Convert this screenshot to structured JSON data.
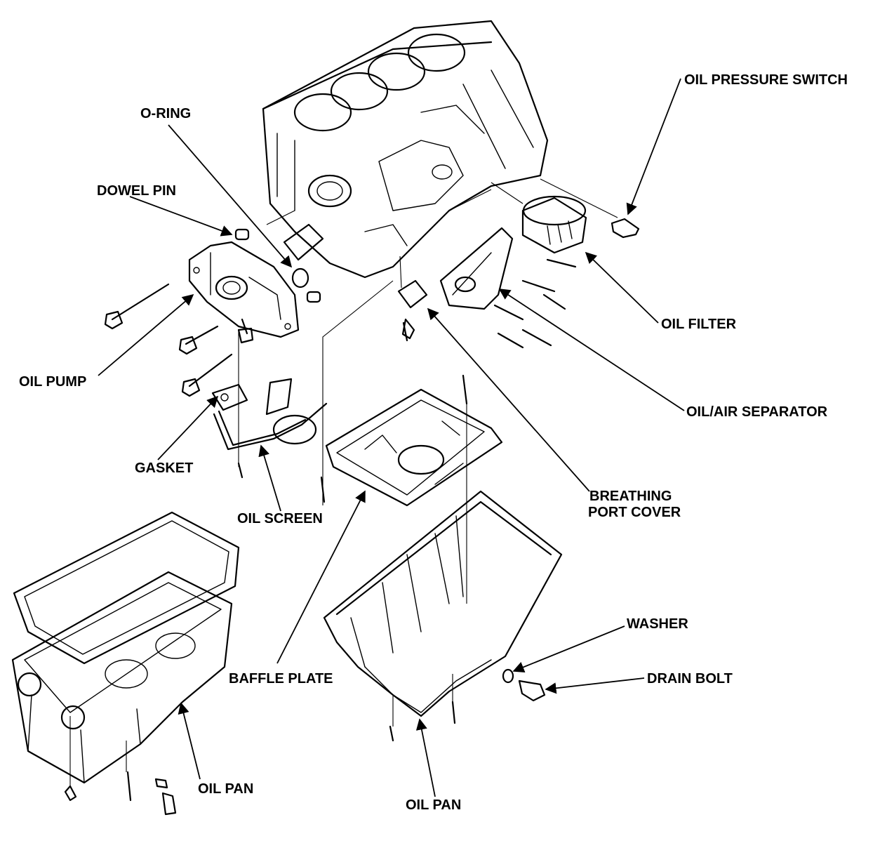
{
  "labels": {
    "oil_pressure_switch": "OIL PRESSURE SWITCH",
    "o_ring": "O-RING",
    "dowel_pin": "DOWEL PIN",
    "oil_filter": "OIL FILTER",
    "oil_pump": "OIL PUMP",
    "oil_air_separator": "OIL/AIR SEPARATOR",
    "gasket": "GASKET",
    "breathing_port_cover_line1": "BREATHING",
    "breathing_port_cover_line2": "PORT COVER",
    "oil_screen": "OIL SCREEN",
    "washer": "WASHER",
    "baffle_plate": "BAFFLE PLATE",
    "drain_bolt": "DRAIN BOLT",
    "oil_pan_left": "OIL PAN",
    "oil_pan_right": "OIL PAN"
  },
  "colors": {
    "ink": "#000000",
    "paper": "#ffffff"
  }
}
